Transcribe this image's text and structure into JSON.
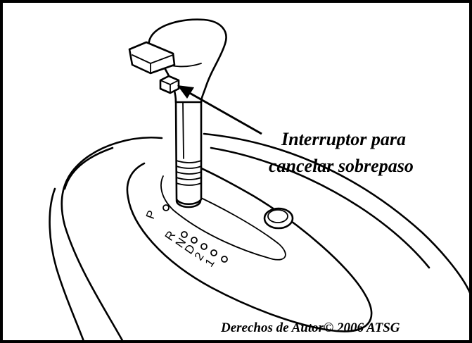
{
  "diagram": {
    "callout_line1": "Interruptor para",
    "callout_line2": "cancelar sobrepaso",
    "copyright": "Derechos de Autor© 2006 ATSG",
    "gear_letters": [
      "P",
      "R",
      "N",
      "D",
      "2",
      "1"
    ]
  }
}
